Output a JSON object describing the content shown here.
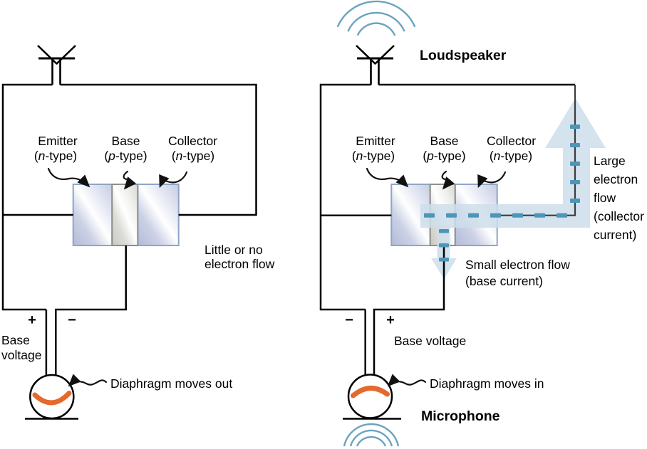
{
  "types": {
    "n": {
      "pre": "(",
      "letter": "n",
      "post": "-type)"
    },
    "p": {
      "pre": "(",
      "letter": "p",
      "post": "-type)"
    }
  },
  "transistor_labels": {
    "emitter": "Emitter",
    "base": "Base",
    "collector": "Collector"
  },
  "left": {
    "flow_note": [
      "Little or no",
      "electron flow"
    ],
    "battery_left_sign": "+",
    "battery_right_sign": "−",
    "base_voltage": [
      "Base",
      "voltage"
    ],
    "diaphragm_note": "Diaphragm moves out"
  },
  "right": {
    "loudspeaker_title": "Loudspeaker",
    "large_flow_note": [
      "Large",
      "electron",
      "flow",
      "(collector",
      "current)"
    ],
    "small_flow_note": [
      "Small electron flow",
      "(base current)"
    ],
    "battery_left_sign": "−",
    "battery_right_sign": "+",
    "base_voltage": "Base voltage",
    "diaphragm_note": "Diaphragm moves in",
    "microphone_title": "Microphone"
  },
  "colors": {
    "diaphragm_orange": "#e5692d",
    "electron_flow_fill": "#cddeea",
    "electron_dash": "#4d95b9",
    "sound_wave": "#6ba3bf",
    "semiconductor_n_fill": "#c3cade",
    "semiconductor_p_fill": "#dadad6",
    "wire": "#000000"
  }
}
